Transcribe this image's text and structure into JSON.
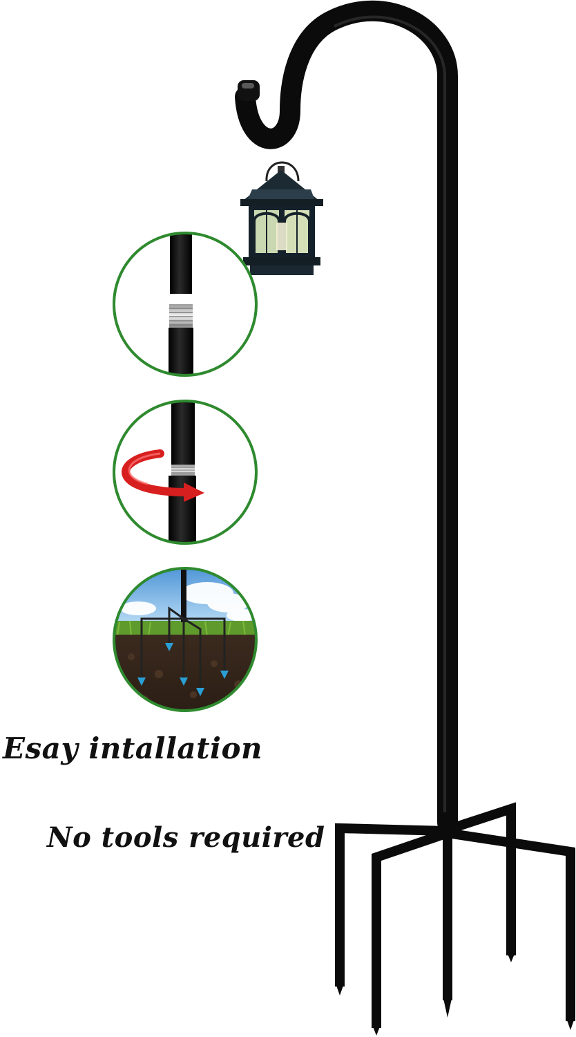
{
  "captions": {
    "line1": "Esay intallation",
    "line2": "No tools required"
  },
  "colors": {
    "background": "#ffffff",
    "stake": "#0d0d0d",
    "circle_border": "#2f8a2f",
    "arrow": "#d81f1f",
    "ground_arrow": "#2a9fd6",
    "lantern_glass": "#c9d8b0"
  },
  "steps": [
    {
      "name": "connect-sections",
      "icon": "threaded-joint-icon"
    },
    {
      "name": "twist-to-tighten",
      "icon": "rotate-arrow-icon"
    },
    {
      "name": "insert-into-ground",
      "icon": "ground-prongs-icon"
    }
  ],
  "product": {
    "name": "shepherd-hook",
    "accessory": "solar-lantern"
  }
}
